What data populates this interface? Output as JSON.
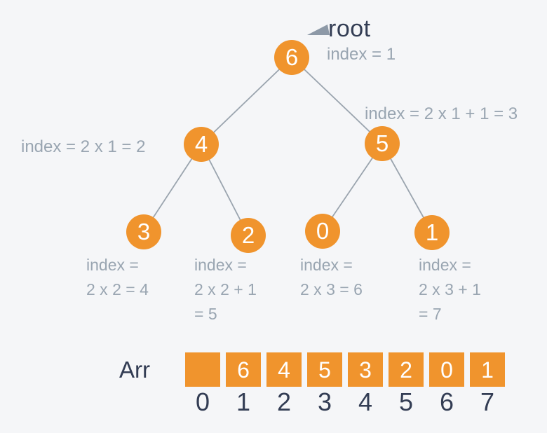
{
  "diagram": {
    "root_pointer_label": "root",
    "nodes": [
      {
        "value": "6",
        "annotation": "index = 1"
      },
      {
        "value": "4",
        "annotation": "index = 2 x 1 = 2"
      },
      {
        "value": "5",
        "annotation": "index = 2 x 1 + 1 = 3"
      },
      {
        "value": "3",
        "lines": [
          "index =",
          "2 x 2 = 4"
        ]
      },
      {
        "value": "2",
        "lines": [
          "index =",
          "2 x 2 + 1",
          "= 5"
        ]
      },
      {
        "value": "0",
        "lines": [
          "index =",
          "2 x 3 = 6"
        ]
      },
      {
        "value": "1",
        "lines": [
          "index =",
          "2 x 3 + 1",
          "= 7"
        ]
      }
    ]
  },
  "array": {
    "label": "Arr",
    "cells": [
      "",
      "6",
      "4",
      "5",
      "3",
      "2",
      "0",
      "1"
    ],
    "indices": [
      "0",
      "1",
      "2",
      "3",
      "4",
      "5",
      "6",
      "7"
    ]
  },
  "colors": {
    "node_fill": "#F0942D",
    "text_dark": "#333D54",
    "text_gray": "#99A5B1",
    "edge_line": "#9AA4AE",
    "arrow_gray": "#8D99A7",
    "background": "#F5F6F8"
  }
}
